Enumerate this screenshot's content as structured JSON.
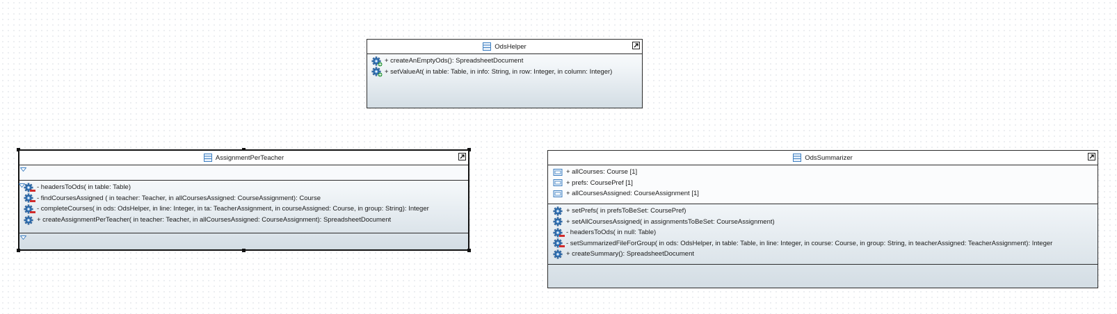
{
  "diagram": {
    "classes": [
      {
        "name": "OdsHelper",
        "attributes": [],
        "operations": [
          {
            "icon": "public-static-operation-icon",
            "text": "+ createAnEmptyOds(): SpreadsheetDocument"
          },
          {
            "icon": "public-static-operation-icon",
            "text": "+ setValueAt(  in table: Table,   in info: String,   in row: Integer,   in column: Integer)"
          }
        ]
      },
      {
        "name": "AssignmentPerTeacher",
        "attributes": [],
        "operations": [
          {
            "icon": "private-operation-icon",
            "text": "- headersToOds(  in table: Table)"
          },
          {
            "icon": "private-operation-icon",
            "text": "- findCoursesAssigned (  in teacher: Teacher,   in allCoursesAssigned: CourseAssignment): Course"
          },
          {
            "icon": "private-operation-icon",
            "text": "- completeCourses(  in ods: OdsHelper,   in line: Integer,   in ta: TeacherAssignment,   in courseAssigned: Course,   in group: String): Integer"
          },
          {
            "icon": "public-operation-icon",
            "text": "+ createAssignmentPerTeacher(  in teacher: Teacher,   in allCoursesAssigned: CourseAssignment): SpreadsheetDocument"
          }
        ]
      },
      {
        "name": "OdsSummarizer",
        "attributes": [
          {
            "icon": "public-attribute-icon",
            "text": "+ allCourses: Course [1]"
          },
          {
            "icon": "public-attribute-icon",
            "text": "+ prefs: CoursePref [1]"
          },
          {
            "icon": "public-attribute-icon",
            "text": "+ allCoursesAssigned: CourseAssignment [1]"
          }
        ],
        "operations": [
          {
            "icon": "public-operation-icon",
            "text": "+ setPrefs(  in prefsToBeSet: CoursePref)"
          },
          {
            "icon": "public-operation-icon",
            "text": "+ setAllCoursesAssigned(  in assignmentsToBeSet: CourseAssignment)"
          },
          {
            "icon": "private-operation-icon",
            "text": "- headersToOds(  in null: Table)"
          },
          {
            "icon": "private-operation-icon",
            "text": "- setSummarizedFileForGroup(  in ods: OdsHelper,   in table: Table,   in line: Integer,   in course: Course,   in group: String,   in teacherAssigned: TeacherAssignment): Integer"
          },
          {
            "icon": "public-operation-icon",
            "text": "+ createSummary(): SpreadsheetDocument"
          }
        ]
      }
    ]
  },
  "colors": {
    "border": "#2b2b2b",
    "gradient_top": "#ffffff",
    "gradient_bottom": "#d3dde4",
    "icon_blue": "#3d7fc1",
    "icon_green": "#2e9a3e",
    "icon_red": "#d12b2b"
  }
}
